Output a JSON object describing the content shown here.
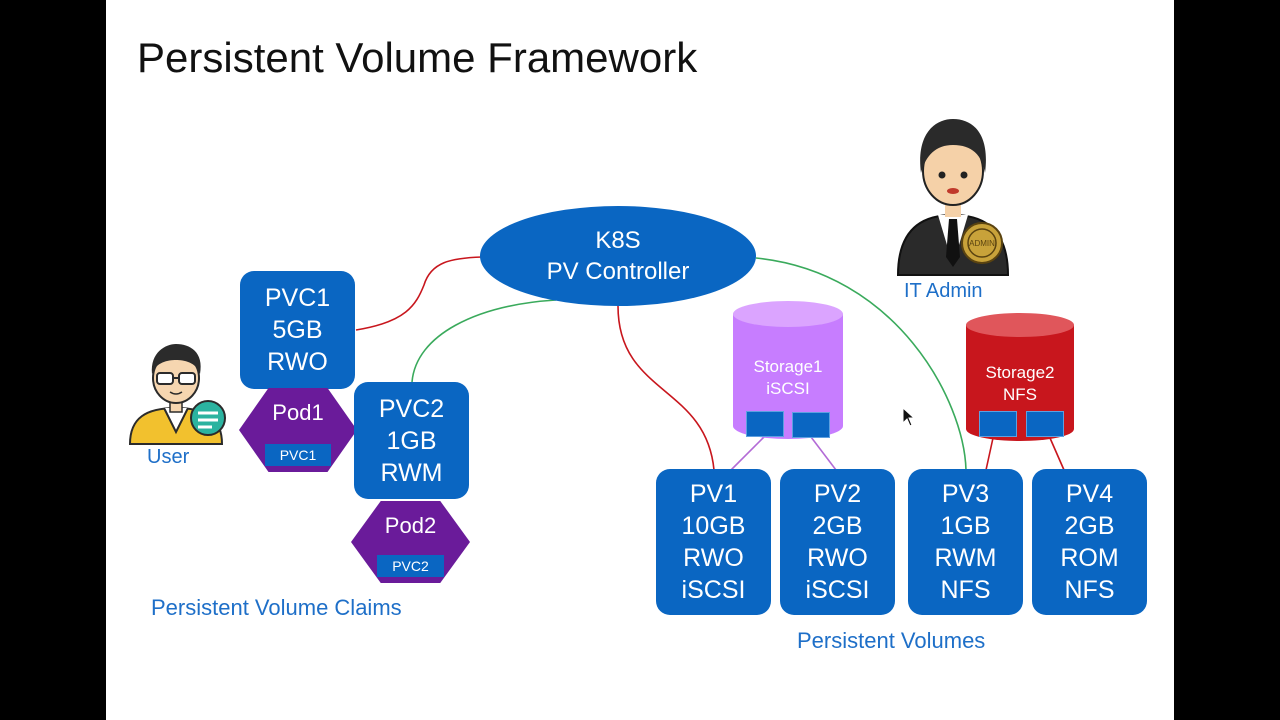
{
  "title": "Persistent Volume Framework",
  "controller": {
    "line1": "K8S",
    "line2": "PV Controller"
  },
  "user_label": "User",
  "admin_label": "IT Admin",
  "admin_badge": "ADMIN",
  "claims": [
    {
      "lines": [
        "PVC1",
        "5GB",
        "RWO"
      ]
    },
    {
      "lines": [
        "PVC2",
        "1GB",
        "RWM"
      ]
    }
  ],
  "pods": [
    {
      "name": "Pod1",
      "claim": "PVC1"
    },
    {
      "name": "Pod2",
      "claim": "PVC2"
    }
  ],
  "storage": [
    {
      "name": "Storage1",
      "type": "iSCSI"
    },
    {
      "name": "Storage2",
      "type": "NFS"
    }
  ],
  "volumes": [
    {
      "lines": [
        "PV1",
        "10GB",
        "RWO",
        "iSCSI"
      ]
    },
    {
      "lines": [
        "PV2",
        "2GB",
        "RWO",
        "iSCSI"
      ]
    },
    {
      "lines": [
        "PV3",
        "1GB",
        "RWM",
        "NFS"
      ]
    },
    {
      "lines": [
        "PV4",
        "2GB",
        "ROM",
        "NFS"
      ]
    }
  ],
  "captions": {
    "claims": "Persistent Volume Claims",
    "volumes": "Persistent Volumes"
  },
  "colors": {
    "box": "#0a66c2",
    "pod": "#6a1b9a",
    "storage1": "#c77dff",
    "storage2": "#c8161d",
    "wire_red": "#c8161d",
    "wire_green": "#3aaa5c",
    "wire_purple": "#b36bd6",
    "caption": "#1e6fc8"
  }
}
